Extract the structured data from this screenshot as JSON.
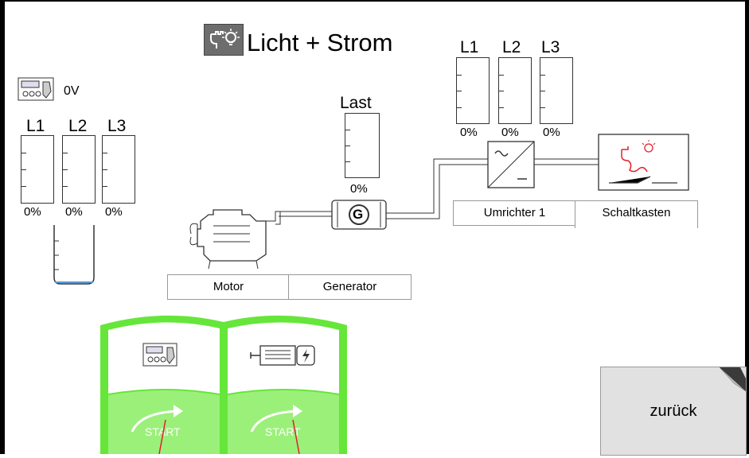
{
  "title": "Licht + Strom",
  "left_panel": {
    "voltage": "0V",
    "phases": [
      {
        "label": "L1",
        "percent": "0%",
        "level": 0
      },
      {
        "label": "L2",
        "percent": "0%",
        "level": 0
      },
      {
        "label": "L3",
        "percent": "0%",
        "level": 0
      }
    ],
    "tank_level": 0.03
  },
  "last": {
    "label": "Last",
    "percent": "0%",
    "level": 0
  },
  "right_panel": {
    "phases": [
      {
        "label": "L1",
        "percent": "0%",
        "level": 0
      },
      {
        "label": "L2",
        "percent": "0%",
        "level": 0
      },
      {
        "label": "L3",
        "percent": "0%",
        "level": 0
      }
    ]
  },
  "generator_symbol": "G",
  "tabs": {
    "motor": "Motor",
    "generator": "Generator",
    "umrichter": "Umrichter 1",
    "schaltkasten": "Schaltkasten"
  },
  "start_buttons": [
    {
      "label": "START",
      "icon": "control-unit-icon"
    },
    {
      "label": "START",
      "icon": "electric-motor-icon"
    }
  ],
  "back_button": "zurück",
  "colors": {
    "start_green": "#66e63a",
    "start_green_light": "#9bf07a",
    "accent_red": "#e0202a",
    "back_button_bg": "#e1e1e1"
  }
}
